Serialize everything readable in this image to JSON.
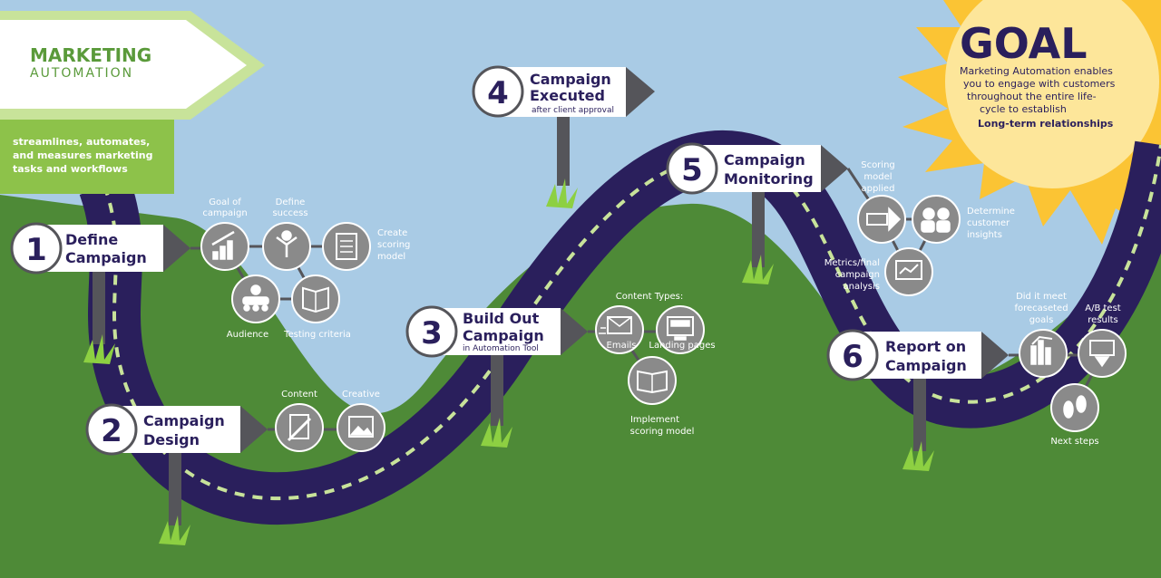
{
  "header": {
    "title_line1": "MARKETING",
    "title_line2": "AUTOMATION",
    "tagline": [
      "streamlines, automates,",
      "and measures marketing",
      "tasks and workflows"
    ]
  },
  "goal": {
    "title": "GOAL",
    "lines": [
      "Marketing Automation enables",
      "you to engage with customers",
      "throughout the entire life-",
      "cycle to establish",
      "Long-term relationships"
    ]
  },
  "steps": [
    {
      "number": "1",
      "title1": "Define",
      "title2": "Campaign",
      "sub": ""
    },
    {
      "number": "2",
      "title1": "Campaign",
      "title2": "Design",
      "sub": ""
    },
    {
      "number": "3",
      "title1": "Build Out",
      "title2": "Campaign",
      "sub": "in Automation Tool"
    },
    {
      "number": "4",
      "title1": "Campaign",
      "title2": "Executed",
      "sub": "after client approval"
    },
    {
      "number": "5",
      "title1": "Campaign",
      "title2": "Monitoring",
      "sub": ""
    },
    {
      "number": "6",
      "title1": "Report on",
      "title2": "Campaign",
      "sub": ""
    }
  ],
  "step1_labels": {
    "goal": [
      "Goal of",
      "campaign"
    ],
    "success": [
      "Define",
      "success"
    ],
    "scoring": [
      "Create",
      "scoring",
      "model"
    ],
    "audience": "Audience",
    "testing": "Testing criteria"
  },
  "step2_labels": {
    "content": "Content",
    "creative": "Creative"
  },
  "step3_labels": {
    "heading": "Content Types:",
    "emails": "Emails",
    "landing": "Landing pages",
    "implement": [
      "Implement",
      "scoring model"
    ]
  },
  "step5_labels": {
    "scoring": [
      "Scoring",
      "model",
      "applied"
    ],
    "insights": [
      "Determine",
      "customer",
      "insights"
    ],
    "metrics": [
      "Metrics/final",
      "campaign",
      "analysis"
    ]
  },
  "step6_labels": {
    "goals": [
      "Did it meet",
      "forecaseted",
      "goals"
    ],
    "ab": [
      "A/B test",
      "results"
    ],
    "next": "Next steps"
  },
  "colors": {
    "sky": "#a9cbe5",
    "grass": "#4e8a37",
    "road": "#2a1f5c",
    "dash": "#c8e39a",
    "icon": "#8a8a8a",
    "sun": "#fbc434",
    "green_text": "#5a9a3a"
  }
}
